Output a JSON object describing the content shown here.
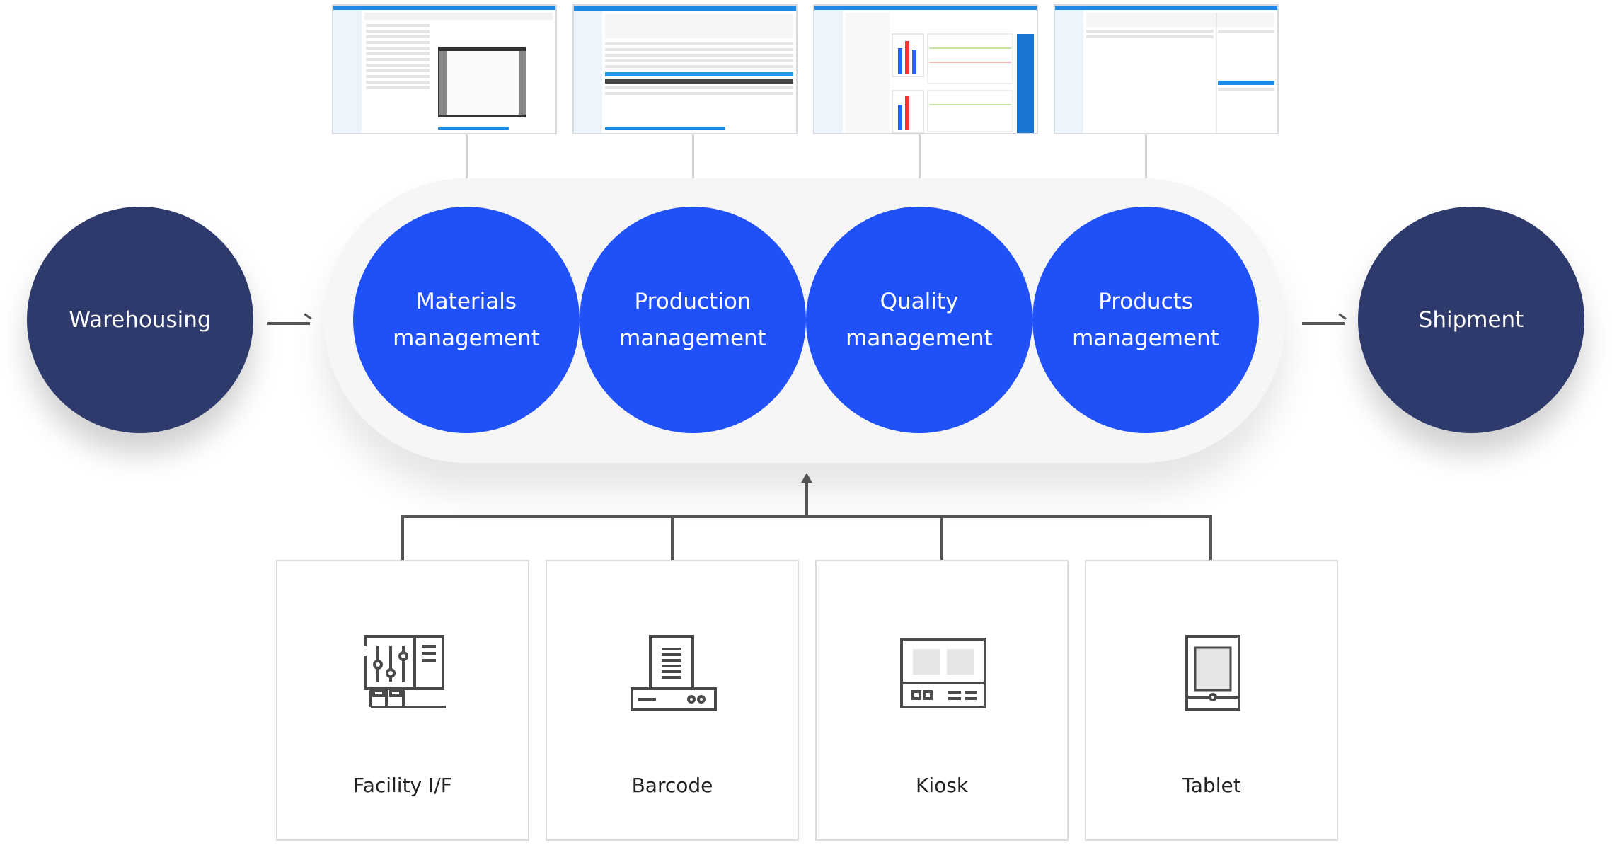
{
  "flow": {
    "start": "Warehousing",
    "end": "Shipment"
  },
  "modules": [
    {
      "line1": "Materials",
      "line2": "management"
    },
    {
      "line1": "Production",
      "line2": "management"
    },
    {
      "line1": "Quality",
      "line2": "management"
    },
    {
      "line1": "Products",
      "line2": "management"
    }
  ],
  "inputs": [
    {
      "label": "Facility I/F",
      "icon": "facility-control-panel-icon"
    },
    {
      "label": "Barcode",
      "icon": "barcode-printer-icon"
    },
    {
      "label": "Kiosk",
      "icon": "kiosk-icon"
    },
    {
      "label": "Tablet",
      "icon": "tablet-icon"
    }
  ],
  "colors": {
    "dark_circle": "#2d3a6b",
    "module_circle": "#2050f8",
    "connector": "#555555",
    "pill_bg": "#f6f6f6"
  }
}
